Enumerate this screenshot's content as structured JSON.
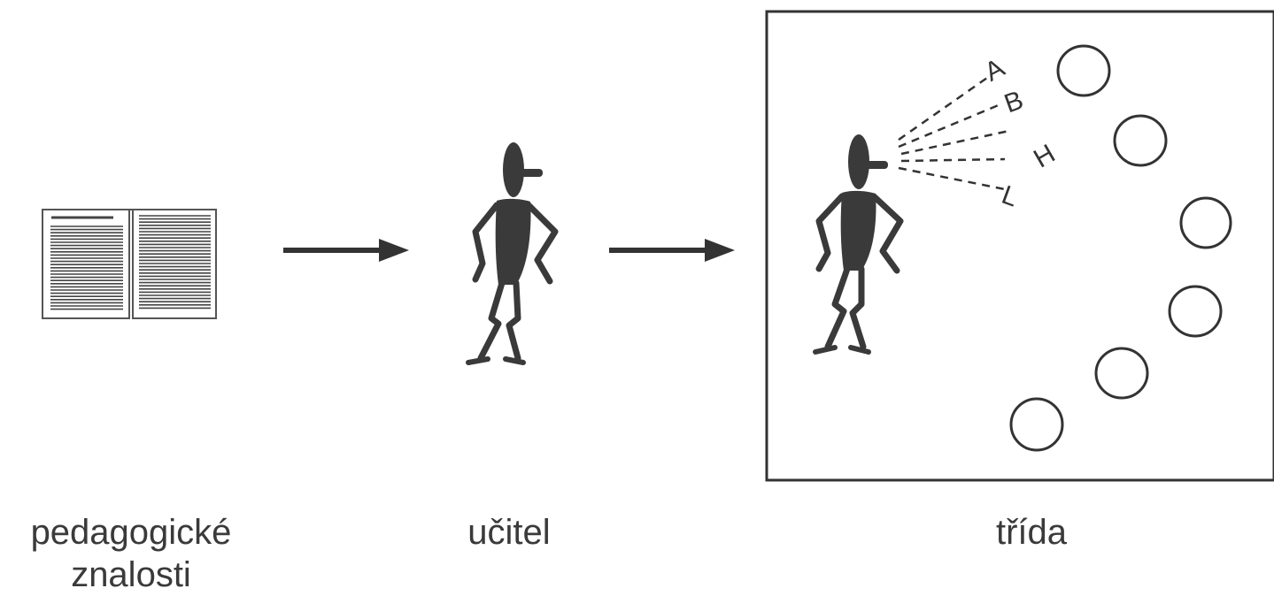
{
  "captions": {
    "knowledge_line1": "pedagogické",
    "knowledge_line2": "znalosti",
    "teacher": "učitel",
    "classroom": "třída"
  },
  "beam_labels": [
    "A",
    "B",
    "H",
    "L"
  ],
  "icons": {
    "book": "open-book-icon",
    "teacher": "stick-figure-teacher-icon",
    "student": "circle-student-icon"
  },
  "colors": {
    "figure": "#3a3a3a",
    "line": "#333333",
    "background": "#ffffff"
  }
}
